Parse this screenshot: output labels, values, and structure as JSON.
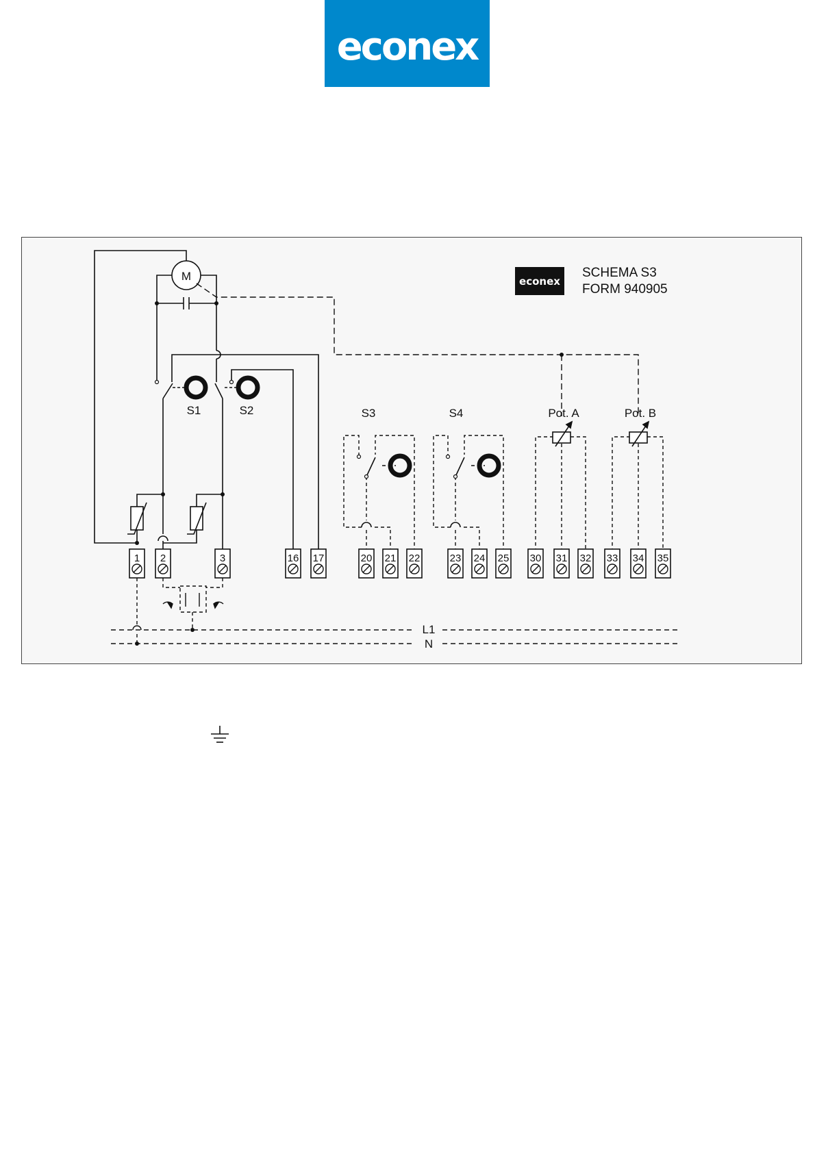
{
  "header": {
    "logo_text": "econex",
    "brand_color": "#0088cc"
  },
  "diagram": {
    "badge_text": "econex",
    "schema_title": "SCHEMA S3",
    "form_number": "FORM 940905",
    "motor_label": "M",
    "switches": [
      "S1",
      "S2",
      "S3",
      "S4"
    ],
    "potentiometers": [
      "Pot. A",
      "Pot. B"
    ],
    "terminals": [
      "1",
      "2",
      "3",
      "16",
      "17",
      "20",
      "21",
      "22",
      "23",
      "24",
      "25",
      "30",
      "31",
      "32",
      "33",
      "34",
      "35"
    ],
    "line_labels": {
      "phase": "L1",
      "neutral": "N"
    }
  },
  "footer": {
    "ground_symbol": "ground-icon"
  }
}
